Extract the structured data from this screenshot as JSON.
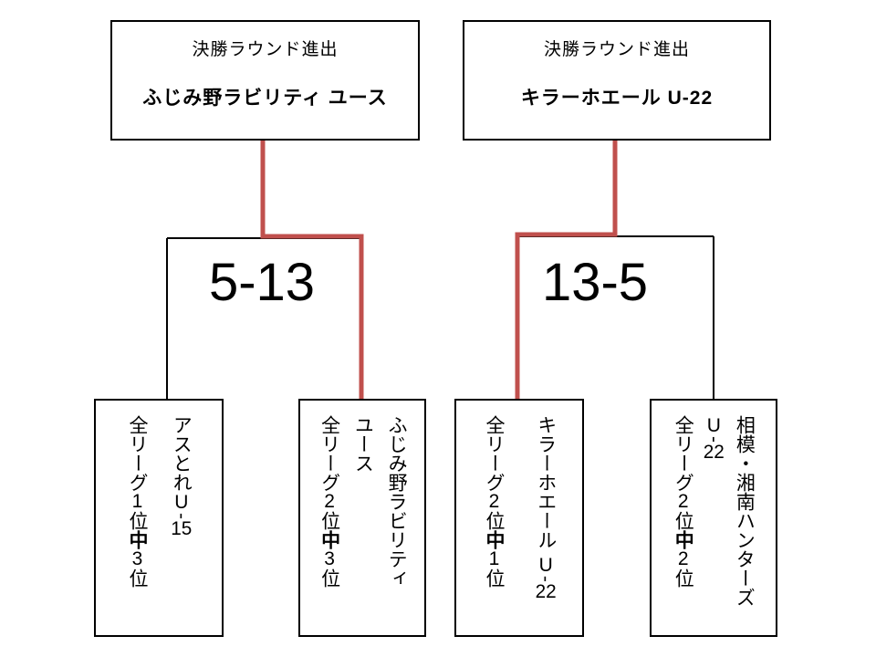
{
  "colors": {
    "winner_path": "#C0504D",
    "line": "#000000",
    "border": "#000000",
    "text": "#000000",
    "background": "#ffffff"
  },
  "finalists": [
    {
      "label": "決勝ラウンド進出",
      "team": "ふじみ野ラビリティ ユース"
    },
    {
      "label": "決勝ラウンド進出",
      "team": "キラーホエール U-22"
    }
  ],
  "matches": [
    {
      "score": "5-13"
    },
    {
      "score": "13-5"
    }
  ],
  "teams": [
    {
      "name": "アスとれU-15",
      "qualifier": "全リーグ1位中3位"
    },
    {
      "name": "ふじみ野ラビリティ\nユース",
      "qualifier": "全リーグ2位中3位"
    },
    {
      "name": "キラーホエール U-22",
      "qualifier": "全リーグ2位中1位"
    },
    {
      "name": "相模・湘南ハンターズ\nU-22",
      "qualifier": "全リーグ2位中2位"
    }
  ]
}
